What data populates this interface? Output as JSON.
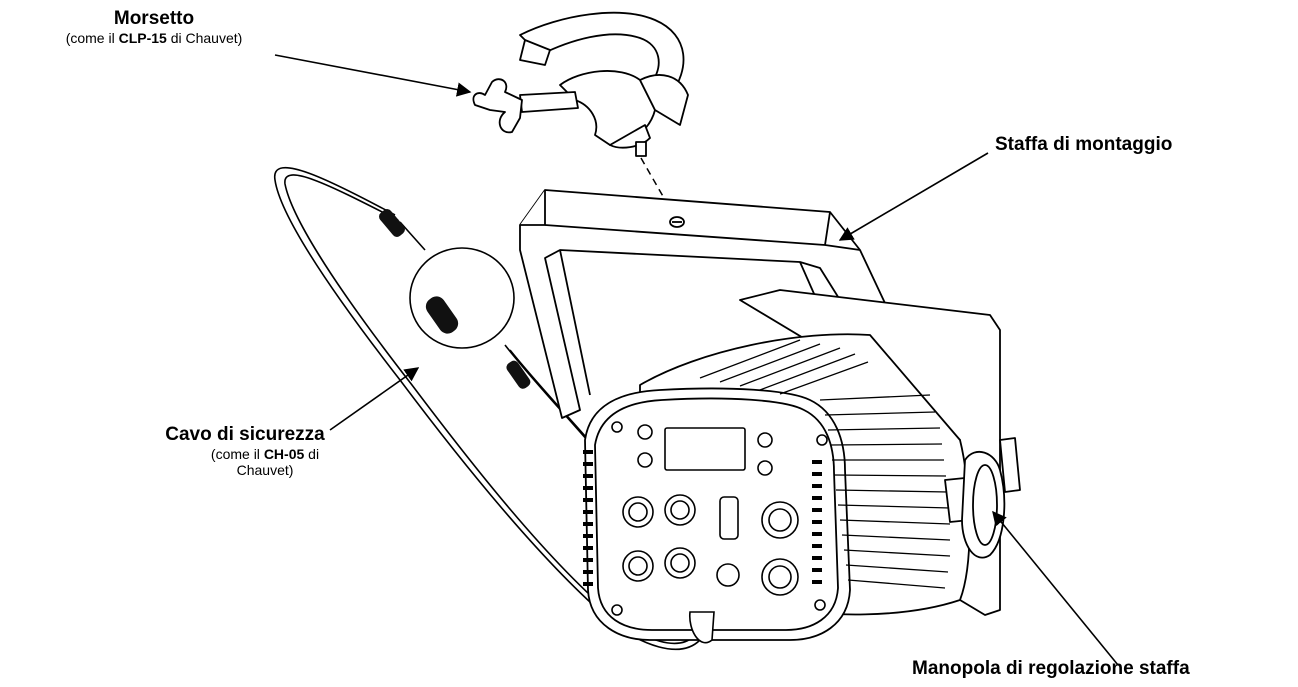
{
  "labels": {
    "clamp": {
      "title": "Morsetto",
      "sub_pre": "(come il ",
      "sub_bold": "CLP-15",
      "sub_post": " di Chauvet)"
    },
    "bracket": {
      "title": "Staffa di montaggio"
    },
    "cable": {
      "title": "Cavo di sicurezza",
      "sub_pre": "(come il ",
      "sub_bold": "CH-05",
      "sub_post": " di",
      "sub_line2": "Chauvet)"
    },
    "knob": {
      "title": "Manopola di regolazione staffa"
    }
  }
}
